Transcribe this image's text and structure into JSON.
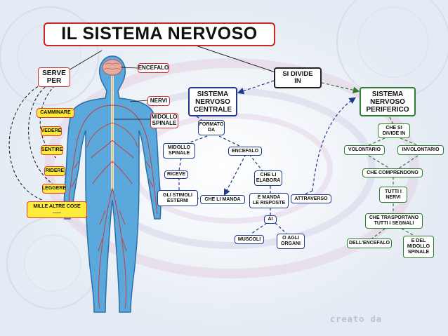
{
  "title": "IL SISTEMA NERVOSO",
  "colors": {
    "red_border": "#d32f2f",
    "yellow_fill": "#ffeb3b",
    "blue_border": "#1e3a8a",
    "green_border": "#2e7d32",
    "body_fill": "#5aa8dc",
    "nerve_color": "#d0342c"
  },
  "body_labels": {
    "encefalo": "ENCEFALO",
    "nervi": "NERVI",
    "midollo": "MIDOLLO\nSPINALE"
  },
  "serve_per": {
    "label": "SERVE\nPER",
    "items": [
      "CAMMINARE",
      "VEDERE",
      "SENTIRE",
      "RIDERE",
      "LEGGERE",
      "MILLE ALTRE COSE\n......"
    ]
  },
  "si_divide": "SI DIVIDE\nIN",
  "central": {
    "title": "SISTEMA\nNERVOSO\nCENTRALE",
    "formato_da": "FORMATO\nDA",
    "midollo": "MIDOLLO\nSPINALE",
    "encefalo": "ENCEFALO",
    "riceve": "RICEVE",
    "stimoli": "GLI STIMOLI\nESTERNI",
    "che_li_manda": "CHE LI MANDA",
    "che_li_elabora": "CHE LI\nELABORA",
    "e_manda": "E MANDA\nLE RISPOSTE",
    "attraverso": "ATTRAVERSO",
    "ai": "AI",
    "muscoli": "MUSCOLI",
    "organi": "O AGLI\nORGANI"
  },
  "peripheral": {
    "title": "SISTEMA\nNERVOSO\nPERIFERICO",
    "che_si_divide": "CHE SI\nDIVIDE IN",
    "volontario": "VOLONTARIO",
    "involontario": "INVOLONTARIO",
    "che_comprendono": "CHE COMPRENDONO",
    "tutti_nervi": "TUTTI I\nNERVI",
    "trasportano": "CHE TRASPORTANO\nTUTTI I SEGNALI",
    "dell_encefalo": "DELL'ENCEFALO",
    "midollo": "E DEL\nMIDOLLO\nSPINALE"
  },
  "watermark": "creato da"
}
